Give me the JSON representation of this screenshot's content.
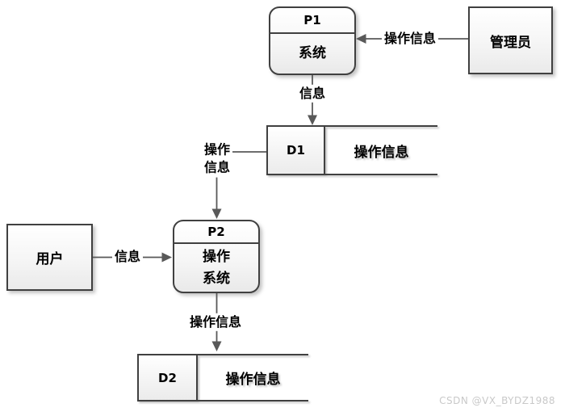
{
  "nodes": {
    "p1": {
      "id": "P1",
      "label": "系统"
    },
    "p2": {
      "id": "P2",
      "label_line1": "操作",
      "label_line2": "系统"
    },
    "admin": {
      "label": "管理员"
    },
    "user": {
      "label": "用户"
    },
    "d1": {
      "id": "D1",
      "label": "操作信息"
    },
    "d2": {
      "id": "D2",
      "label": "操作信息"
    }
  },
  "flows": {
    "admin_to_p1": "操作信息",
    "p1_to_d1": "信息",
    "d1_to_p2_line1": "操作",
    "d1_to_p2_line2": "信息",
    "user_to_p2": "信息",
    "p2_to_d2": "操作信息"
  },
  "watermark": "CSDN @VX_BYDZ1988",
  "colors": {
    "background": "#ffffff",
    "box_border": "#404040",
    "connector": "#595959",
    "box_fill_top": "#ffffff",
    "box_fill_bottom": "#ececec",
    "text": "#000000",
    "watermark_text": "#c9c9c9"
  }
}
